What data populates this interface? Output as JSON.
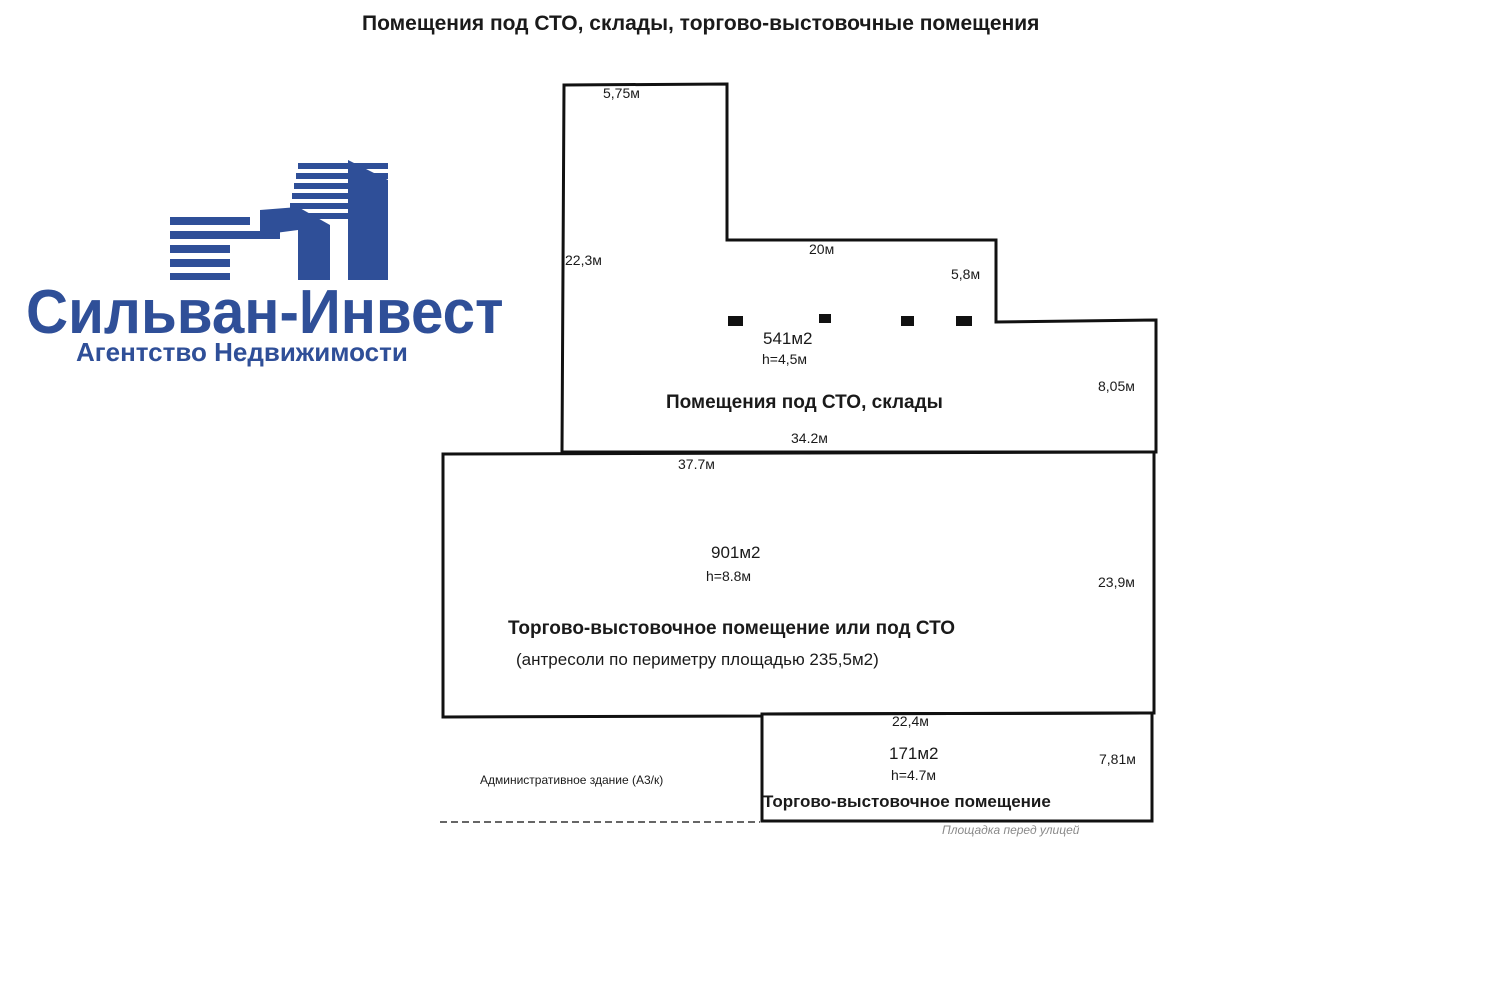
{
  "title": "Помещения под СТО, склады, торгово-выстовочные помещения",
  "logo": {
    "name": "Сильван-Инвест",
    "subtitle": "Агентство Недвижимости",
    "color": "#2f4f98"
  },
  "upper_room": {
    "area": "541м2",
    "height": "h=4,5м",
    "label": "Помещения под СТО, склады",
    "dims": {
      "top": "5,75м",
      "left": "22,3м",
      "step_top": "20м",
      "step_right": "5,8м",
      "right": "8,05м",
      "bottom": "34.2м"
    }
  },
  "main_hall": {
    "area": "901м2",
    "height": "h=8.8м",
    "label": "Торгово-выстовочное помещение или под СТО",
    "note": "(антресоли по периметру площадью 235,5м2)",
    "dims": {
      "top": "37.7м",
      "right": "23,9м"
    }
  },
  "small_room": {
    "area": "171м2",
    "height": "h=4.7м",
    "label": "Торгово-выстовочное помещение",
    "dims": {
      "top": "22,4м",
      "right": "7,81м"
    }
  },
  "admin_building": "Административное здание (А3/к)",
  "street_area": "Площадка перед улицей"
}
